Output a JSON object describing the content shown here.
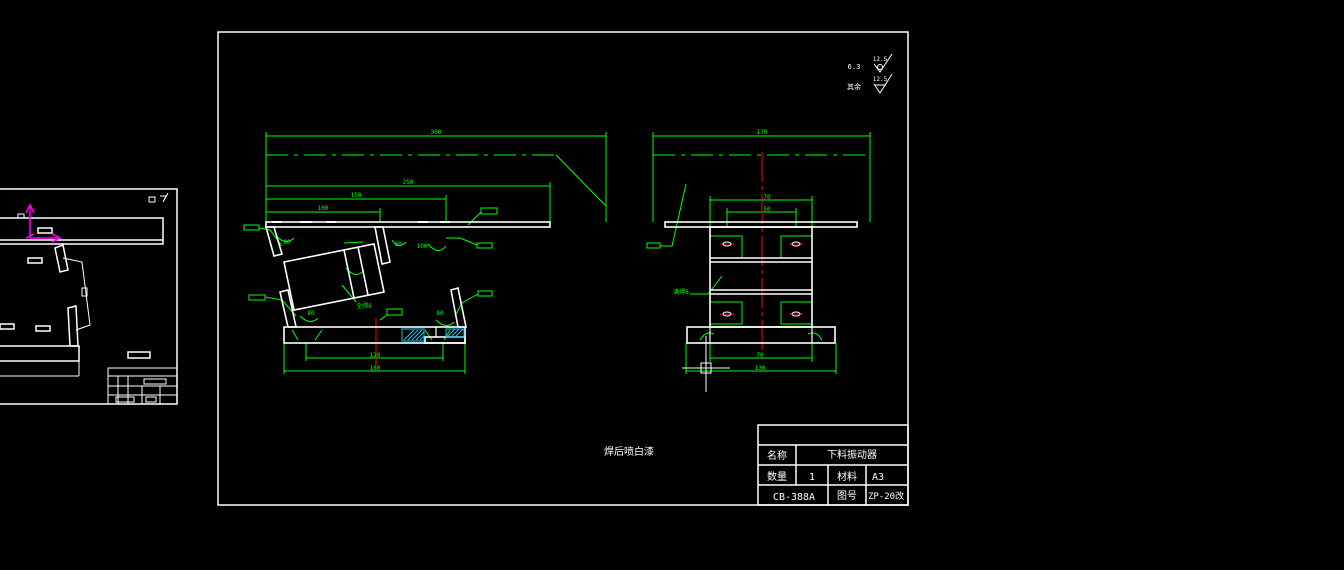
{
  "colors": {
    "background": "#000000",
    "outline": "#ffffff",
    "dimension": "#00ff00",
    "centerline": "#ff0000",
    "hatch": "#00c8ff",
    "ucs": "#ff00ff"
  },
  "roughness": {
    "label_top": "6.3",
    "label_bottom": "其余",
    "value_top": "12.5",
    "value_bottom": "12.5"
  },
  "front_view": {
    "dims": {
      "d300": "300",
      "d250": "250",
      "d150": "150",
      "d100": "100",
      "bottom120": "120",
      "bottom180": "180",
      "a1": "80",
      "a2": "80",
      "a3": "100",
      "a4": "80",
      "a5": "80"
    },
    "weld_note": "全焊6"
  },
  "side_view": {
    "dims": {
      "top170": "170",
      "w70": "70",
      "w50": "50",
      "b70": "70",
      "b130": "130"
    },
    "weld_note": "满焊6"
  },
  "note": "焊后喷白漆",
  "title_block": {
    "name_label": "名称",
    "name_value": "下料振动器",
    "qty_label": "数量",
    "qty_value": "1",
    "mat_label": "材料",
    "mat_value": "A3",
    "code": "CB-388A",
    "drawing_no_label": "图号",
    "drawing_no_value": "ZP-20改"
  }
}
